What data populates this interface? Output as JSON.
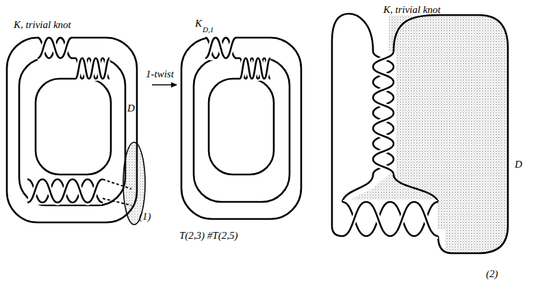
{
  "diagram": {
    "labels": [
      "K, trivial knot",
      "D",
      "1-twist",
      "(1)",
      "K",
      "D,1",
      "T(2,3) #T(2,5)",
      "K, trivial knot",
      "D",
      "(2)"
    ]
  }
}
